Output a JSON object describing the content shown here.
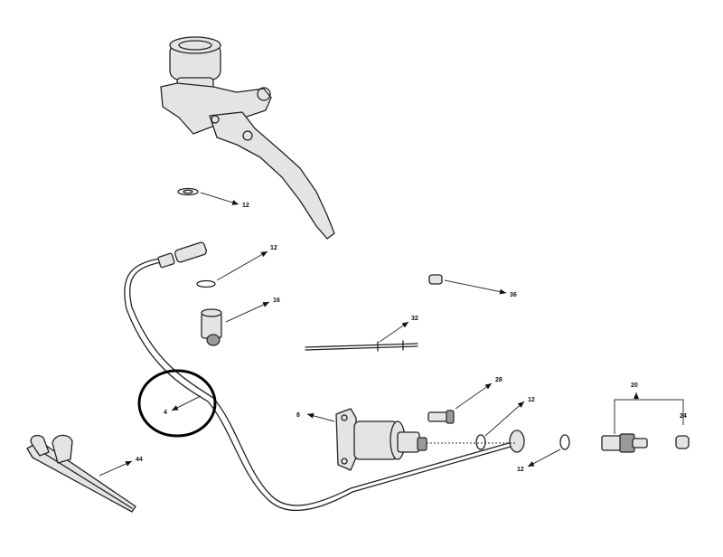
{
  "diagram": {
    "callouts": {
      "c12a": "12",
      "c12b": "12",
      "c16": "16",
      "c36": "36",
      "c32": "32",
      "c4": "4",
      "c28": "28",
      "c12c": "12",
      "c8": "8",
      "c20": "20",
      "c24": "24",
      "c12d": "12",
      "c44": "44"
    }
  }
}
